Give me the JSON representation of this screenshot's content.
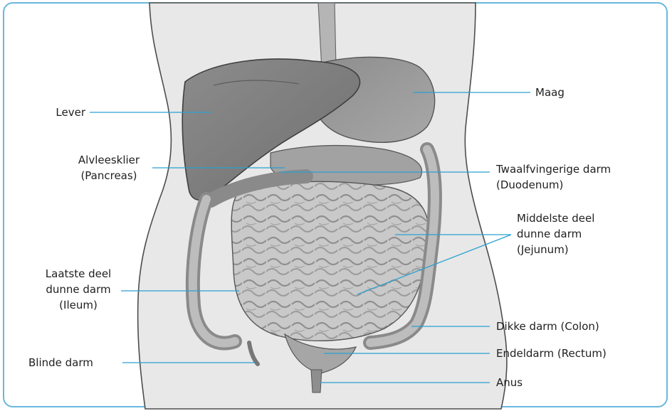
{
  "diagram": {
    "labels": {
      "lever": "Lever",
      "maag": "Maag",
      "alvleesklier": [
        "Alvleesklier",
        "(Pancreas)"
      ],
      "twaalfvingerige": [
        "Twaalfvingerige darm",
        "(Duodenum)"
      ],
      "middelste": [
        "Middelste deel",
        "dunne darm",
        "(Jejunum)"
      ],
      "laatste": [
        "Laatste deel",
        "dunne darm",
        "(Ileum)"
      ],
      "dikke": "Dikke darm (Colon)",
      "blinde": "Blinde darm",
      "endeldarm": "Endeldarm (Rectum)",
      "anus": "Anus"
    },
    "colors": {
      "frame": "#69b8dd",
      "leader": "#2aa0d2",
      "torso": "#e6e6e6",
      "organ": "#8a8a8a"
    }
  }
}
